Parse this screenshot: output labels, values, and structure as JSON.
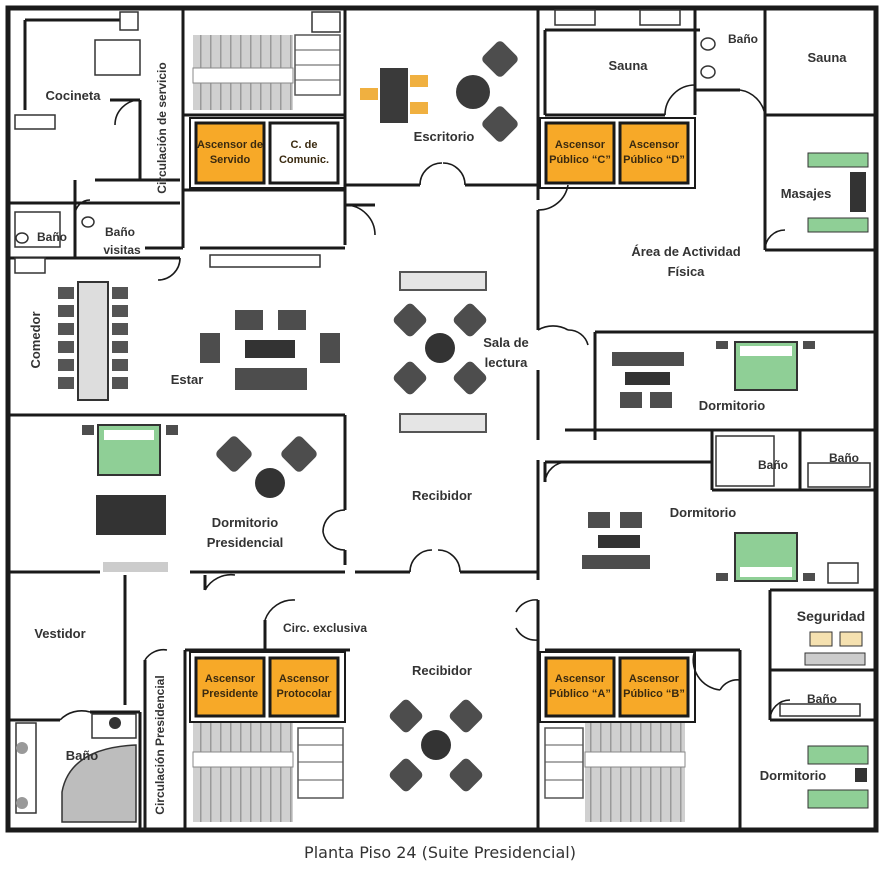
{
  "caption": "Planta Piso 24 (Suite Presidencial)",
  "colors": {
    "elevator": "#f7a928",
    "wall": "#1a1a1a",
    "furniture": "#4d4d4d",
    "bed": "#8fcf96",
    "stairs": "#c8c8c8"
  },
  "rooms": {
    "cocineta": "Cocineta",
    "circ_servicio": "Circulación de servicio",
    "bano_1": "Baño",
    "bano_visitas_1": "Baño",
    "bano_visitas_2": "visitas",
    "escritorio": "Escritorio",
    "sauna_1": "Sauna",
    "sauna_2": "Sauna",
    "bano_top": "Baño",
    "masajes": "Masajes",
    "actividad_1": "Área de Actividad",
    "actividad_2": "Física",
    "comedor": "Comedor",
    "estar": "Estar",
    "sala_1": "Sala de",
    "sala_2": "lectura",
    "dormitorio_r1": "Dormitorio",
    "bano_r1": "Baño",
    "bano_r2": "Baño",
    "dormitorio_r2": "Dormitorio",
    "dorm_pres_1": "Dormitorio",
    "dorm_pres_2": "Presidencial",
    "recibidor_1": "Recibidor",
    "recibidor_2": "Recibidor",
    "seguridad": "Seguridad",
    "bano_seg": "Baño",
    "dormitorio_r3": "Dormitorio",
    "vestidor": "Vestidor",
    "bano_vest": "Baño",
    "circ_exclusiva": "Circ. exclusiva",
    "circ_presidencial": "Circulación Presidencial"
  },
  "elevators": {
    "servicio_1": "Ascensor de",
    "servicio_2": "Servido",
    "comunic_1": "C. de",
    "comunic_2": "Comunic.",
    "c_1": "Ascensor",
    "c_2": "Público “C”",
    "d_1": "Ascensor",
    "d_2": "Público “D”",
    "pres_1": "Ascensor",
    "pres_2": "Presidente",
    "prot_1": "Ascensor",
    "prot_2": "Protocolar",
    "a_1": "Ascensor",
    "a_2": "Público “A”",
    "b_1": "Ascensor",
    "b_2": "Público “B”"
  }
}
